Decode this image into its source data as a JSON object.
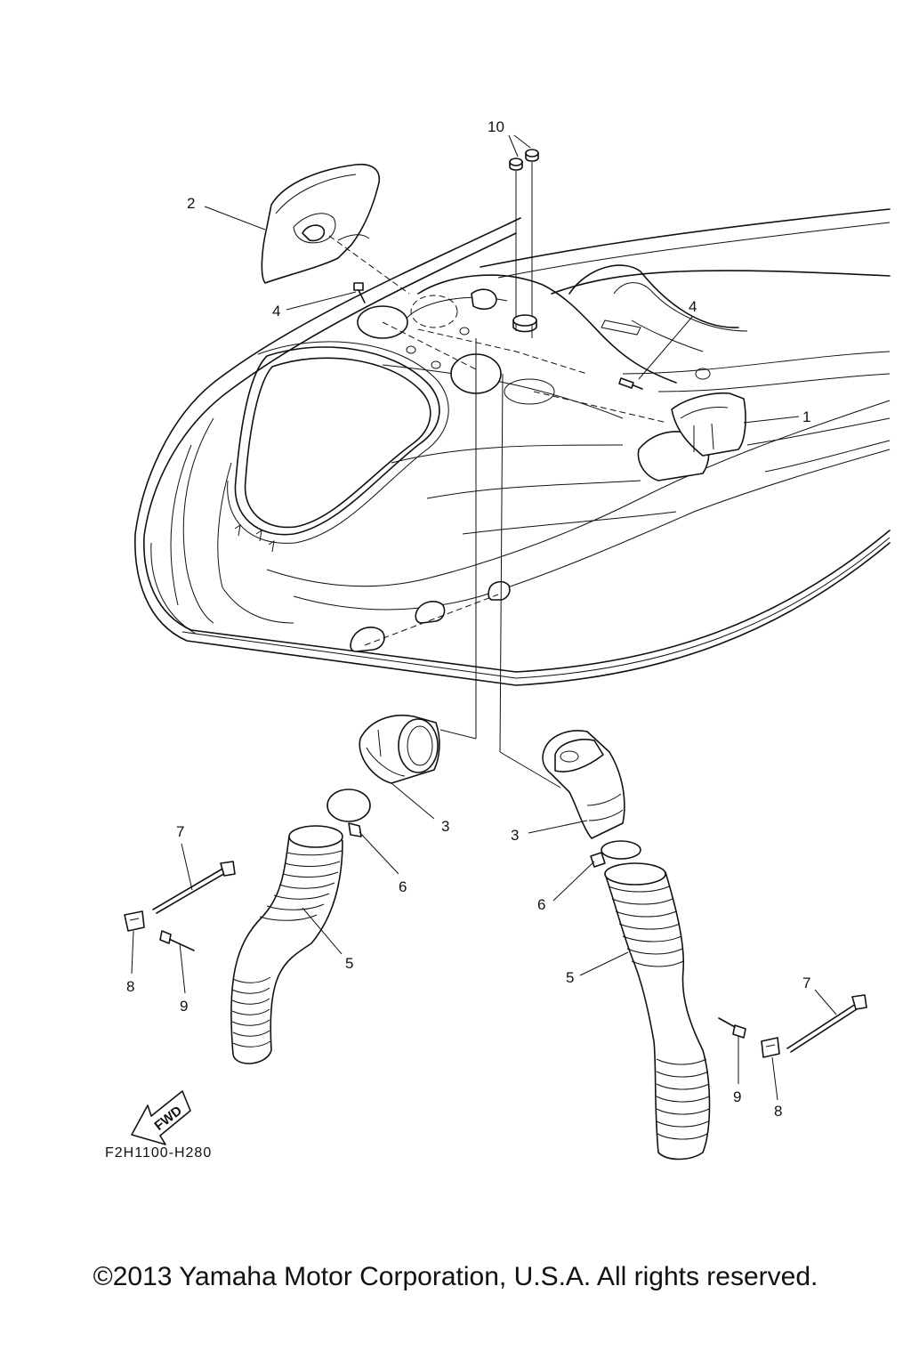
{
  "diagram": {
    "code": "F2H1100-H280",
    "fwd": "FWD",
    "copyright": "©2013 Yamaha Motor Corporation, U.S.A. All rights reserved.",
    "labels": {
      "p1": "1",
      "p2": "2",
      "p3a": "3",
      "p3b": "3",
      "p4a": "4",
      "p4b": "4",
      "p5a": "5",
      "p5b": "5",
      "p6a": "6",
      "p6b": "6",
      "p7a": "7",
      "p7b": "7",
      "p8a": "8",
      "p8b": "8",
      "p9a": "9",
      "p9b": "9",
      "p10": "10"
    }
  }
}
